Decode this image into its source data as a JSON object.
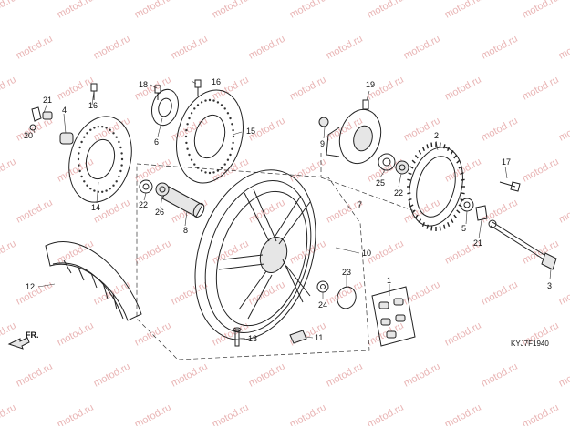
{
  "watermark_text": "motod.ru",
  "diagram_code": "KYJ7F1940",
  "direction_label": "FR.",
  "callouts": {
    "c1": "1",
    "c2": "2",
    "c3": "3",
    "c4": "4",
    "c5": "5",
    "c6": "6",
    "c7": "7",
    "c8": "8",
    "c9": "9",
    "c10": "10",
    "c11": "11",
    "c12": "12",
    "c13": "13",
    "c14": "14",
    "c15": "15",
    "c16a": "16",
    "c16b": "16",
    "c17": "17",
    "c18": "18",
    "c19": "19",
    "c20": "20",
    "c21a": "21",
    "c21b": "21",
    "c22a": "22",
    "c22b": "22",
    "c23": "23",
    "c24": "24",
    "c25": "25",
    "c26": "26"
  }
}
